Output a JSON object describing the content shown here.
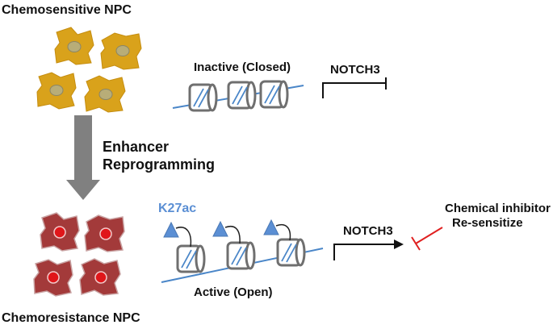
{
  "top_cells": {
    "label": "Chemosensitive  NPC"
  },
  "bottom_cells": {
    "label": "Chemoresistance NPC"
  },
  "transition": {
    "line1": "Enhancer",
    "line2": "Reprogramming"
  },
  "inactive_state": {
    "label": "Inactive (Closed)",
    "gene": "NOTCH3"
  },
  "active_state": {
    "label": "Active (Open)",
    "mark": "K27ac",
    "gene": "NOTCH3"
  },
  "inhibitor": {
    "line1": "Chemical inhibitor",
    "line2": "Re-sensitize"
  },
  "colors": {
    "sensitive_cell_fill": "#d9a21b",
    "sensitive_nucleus": "#b8ad78",
    "resistant_cell_fill": "#a33a3a",
    "resistant_nucleus": "#e0161a",
    "arrow_gray": "#808080",
    "dna_blue": "#4a86c8",
    "nucleosome_gray": "#6f6f6f",
    "acetyl_blue": "#5b8fd4",
    "inhibitor_red": "#e02020"
  }
}
